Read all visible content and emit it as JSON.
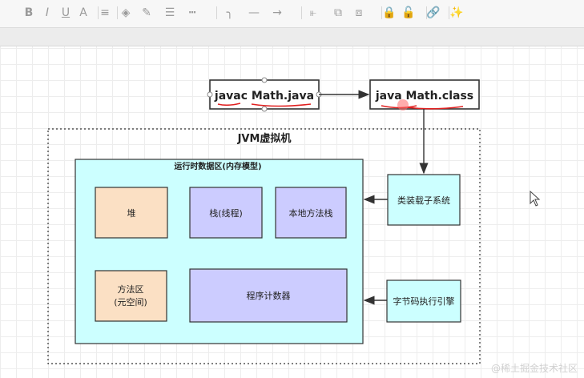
{
  "toolbar": {
    "items": [
      {
        "name": "bold-icon",
        "glyph": "B"
      },
      {
        "name": "italic-icon",
        "glyph": "I"
      },
      {
        "name": "underline-icon",
        "glyph": "U"
      },
      {
        "name": "font-color-icon",
        "glyph": "A"
      },
      {
        "name": "align-icon",
        "glyph": "≡"
      },
      {
        "name": "fill-color-icon",
        "glyph": "◈"
      },
      {
        "name": "line-color-icon",
        "glyph": "✎"
      },
      {
        "name": "line-weight-icon",
        "glyph": "☰"
      },
      {
        "name": "line-style-icon",
        "glyph": "┅"
      },
      {
        "name": "connector-curve-icon",
        "glyph": "╮"
      },
      {
        "name": "connector-straight-icon",
        "glyph": "—"
      },
      {
        "name": "arrow-end-icon",
        "glyph": "→"
      },
      {
        "name": "align-left-icon",
        "glyph": "⫦"
      },
      {
        "name": "bring-front-icon",
        "glyph": "⧉"
      },
      {
        "name": "send-back-icon",
        "glyph": "⧈"
      },
      {
        "name": "lock-icon",
        "glyph": "🔒"
      },
      {
        "name": "unlock-icon",
        "glyph": "🔓"
      },
      {
        "name": "link-icon",
        "glyph": "🔗"
      },
      {
        "name": "magic-wand-icon",
        "glyph": "✨"
      }
    ]
  },
  "diagram": {
    "javac_box": "javac Math.java",
    "java_box": "java Math.class",
    "jvm_title": "JVM虚拟机",
    "runtime_title": "运行时数据区(内存模型)",
    "heap": "堆",
    "stack": "栈(线程)",
    "native_stack": "本地方法栈",
    "method_area_line1": "方法区",
    "method_area_line2": "(元空间)",
    "pc_register": "程序计数器",
    "class_loader": "类装载子系统",
    "exec_engine": "字节码执行引擎",
    "colors": {
      "heap": "#fbe0c4",
      "purple": "#ccccff",
      "cyan": "#ccffff",
      "ink": "#222222",
      "red_mark": "#e02020"
    }
  },
  "watermark": "@稀土掘金技术社区"
}
